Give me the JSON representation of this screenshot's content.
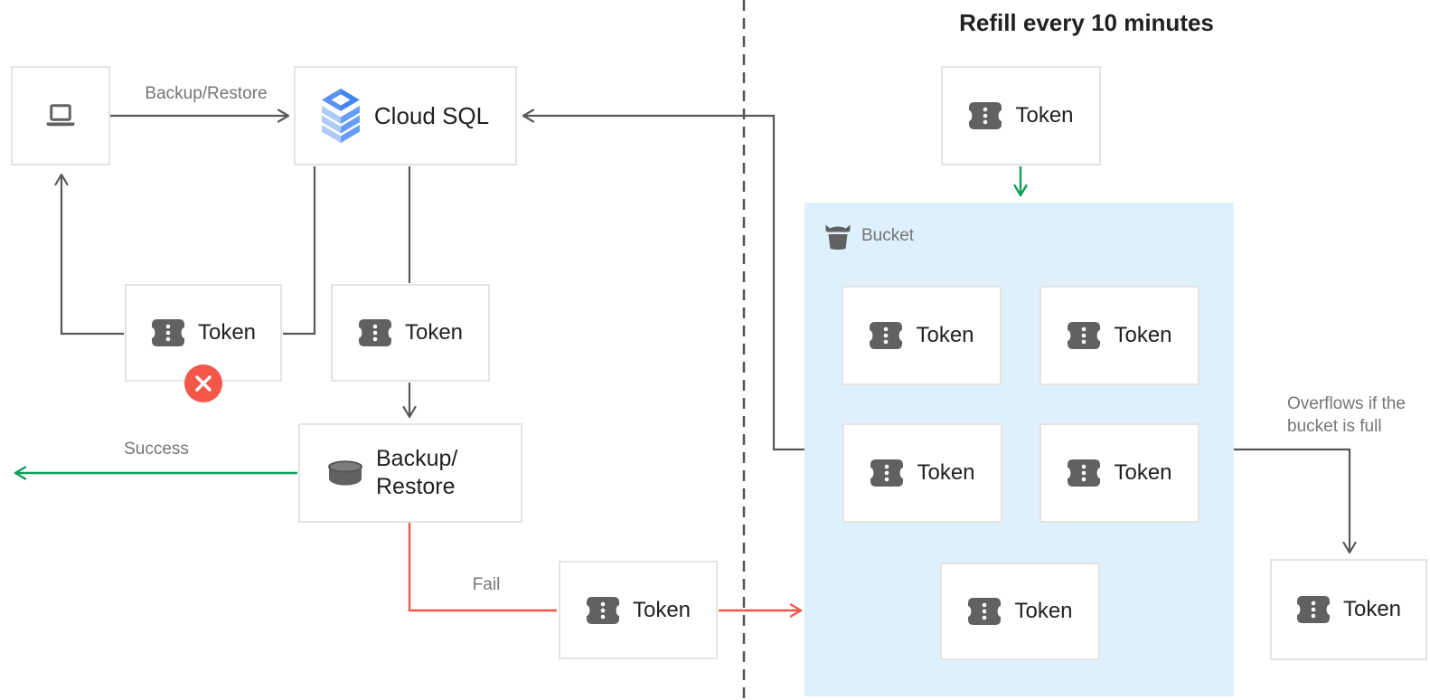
{
  "diagram": {
    "title": "Refill every 10 minutes",
    "nodes": {
      "cloud_sql": {
        "label": "Cloud SQL"
      },
      "backup_restore": {
        "line1": "Backup/",
        "line2": "Restore"
      },
      "bucket": {
        "label": "Bucket"
      },
      "token_label": "Token"
    },
    "edges": {
      "request": "Backup/Restore",
      "success": "Success",
      "fail": "Fail",
      "overflow_line1": "Overflows if the",
      "overflow_line2": "bucket is full"
    },
    "icons": [
      "laptop-icon",
      "cloud-sql-icon",
      "token-icon",
      "database-icon",
      "bucket-icon",
      "error-x-icon",
      "arrow-icons"
    ],
    "colors": {
      "success_green": "#0f9d58",
      "fail_red": "#f4564a",
      "bucket_background": "#ddf0fb",
      "connector_gray": "#58585b",
      "box_border": "#e4e4e4",
      "text_dark": "#212121",
      "text_gray": "#757575",
      "cloud_sql_blue": "#4285f4",
      "cloud_sql_blue_mid": "#669df6",
      "cloud_sql_blue_light": "#aecbfa",
      "icon_gray": "#616161"
    }
  }
}
